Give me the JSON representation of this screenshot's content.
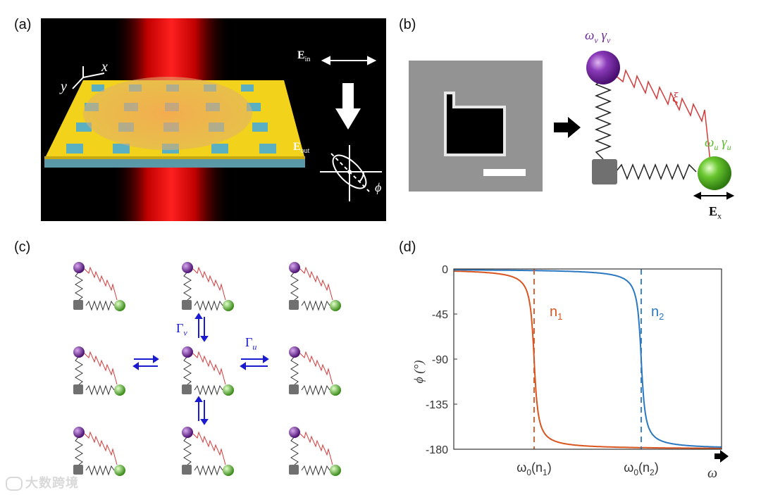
{
  "panels": {
    "a": {
      "label": "(a)",
      "axis_x": "x",
      "axis_y": "y",
      "e_in": {
        "main": "E",
        "sub": "in"
      },
      "e_out": {
        "main": "E",
        "sub": "out"
      },
      "phi": "ϕ"
    },
    "b": {
      "label": "(b)",
      "omega_v": "ω",
      "omega_v_sub": "v",
      "gamma_v": "γ",
      "gamma_v_sub": "v",
      "xi": "ξ",
      "omega_u": "ω",
      "omega_u_sub": "u",
      "gamma_u": "γ",
      "gamma_u_sub": "u",
      "e_x": {
        "main": "E",
        "sub": "x"
      }
    },
    "c": {
      "label": "(c)",
      "gamma_v": "Γ",
      "gamma_v_sub": "v",
      "gamma_u": "Γ",
      "gamma_u_sub": "u"
    },
    "d": {
      "label": "(d)",
      "n1_label": "n",
      "n1_sub": "1",
      "n2_label": "n",
      "n2_sub": "2"
    }
  },
  "watermark": "大数跨境",
  "colors": {
    "n1": "#d9541e",
    "n2": "#2a78c2",
    "purple": "#6a2a9a",
    "green": "#5ab82e",
    "spring_red": "#d63a3a"
  },
  "chart_data": {
    "type": "line",
    "title": "",
    "xlabel": "ω",
    "ylabel": "ϕ (°)",
    "ylim": [
      -180,
      0
    ],
    "yticks": [
      0,
      -45,
      -90,
      -135,
      -180
    ],
    "ytick_labels": [
      "0",
      "-45",
      "-90",
      "-135",
      "-180"
    ],
    "xtick_labels": [
      {
        "main": "ω",
        "sub0": "0",
        "open": "(n",
        "sub1": "1",
        "close": ")"
      },
      {
        "main": "ω",
        "sub0": "0",
        "open": "(n",
        "sub1": "2",
        "close": ")"
      }
    ],
    "resonance": [
      0.3,
      0.7
    ],
    "series": [
      {
        "name": "n1",
        "color": "#d9541e",
        "resonance": 0.3,
        "curve": "arctan"
      },
      {
        "name": "n2",
        "color": "#2a78c2",
        "resonance": 0.7,
        "curve": "arctan"
      }
    ]
  }
}
